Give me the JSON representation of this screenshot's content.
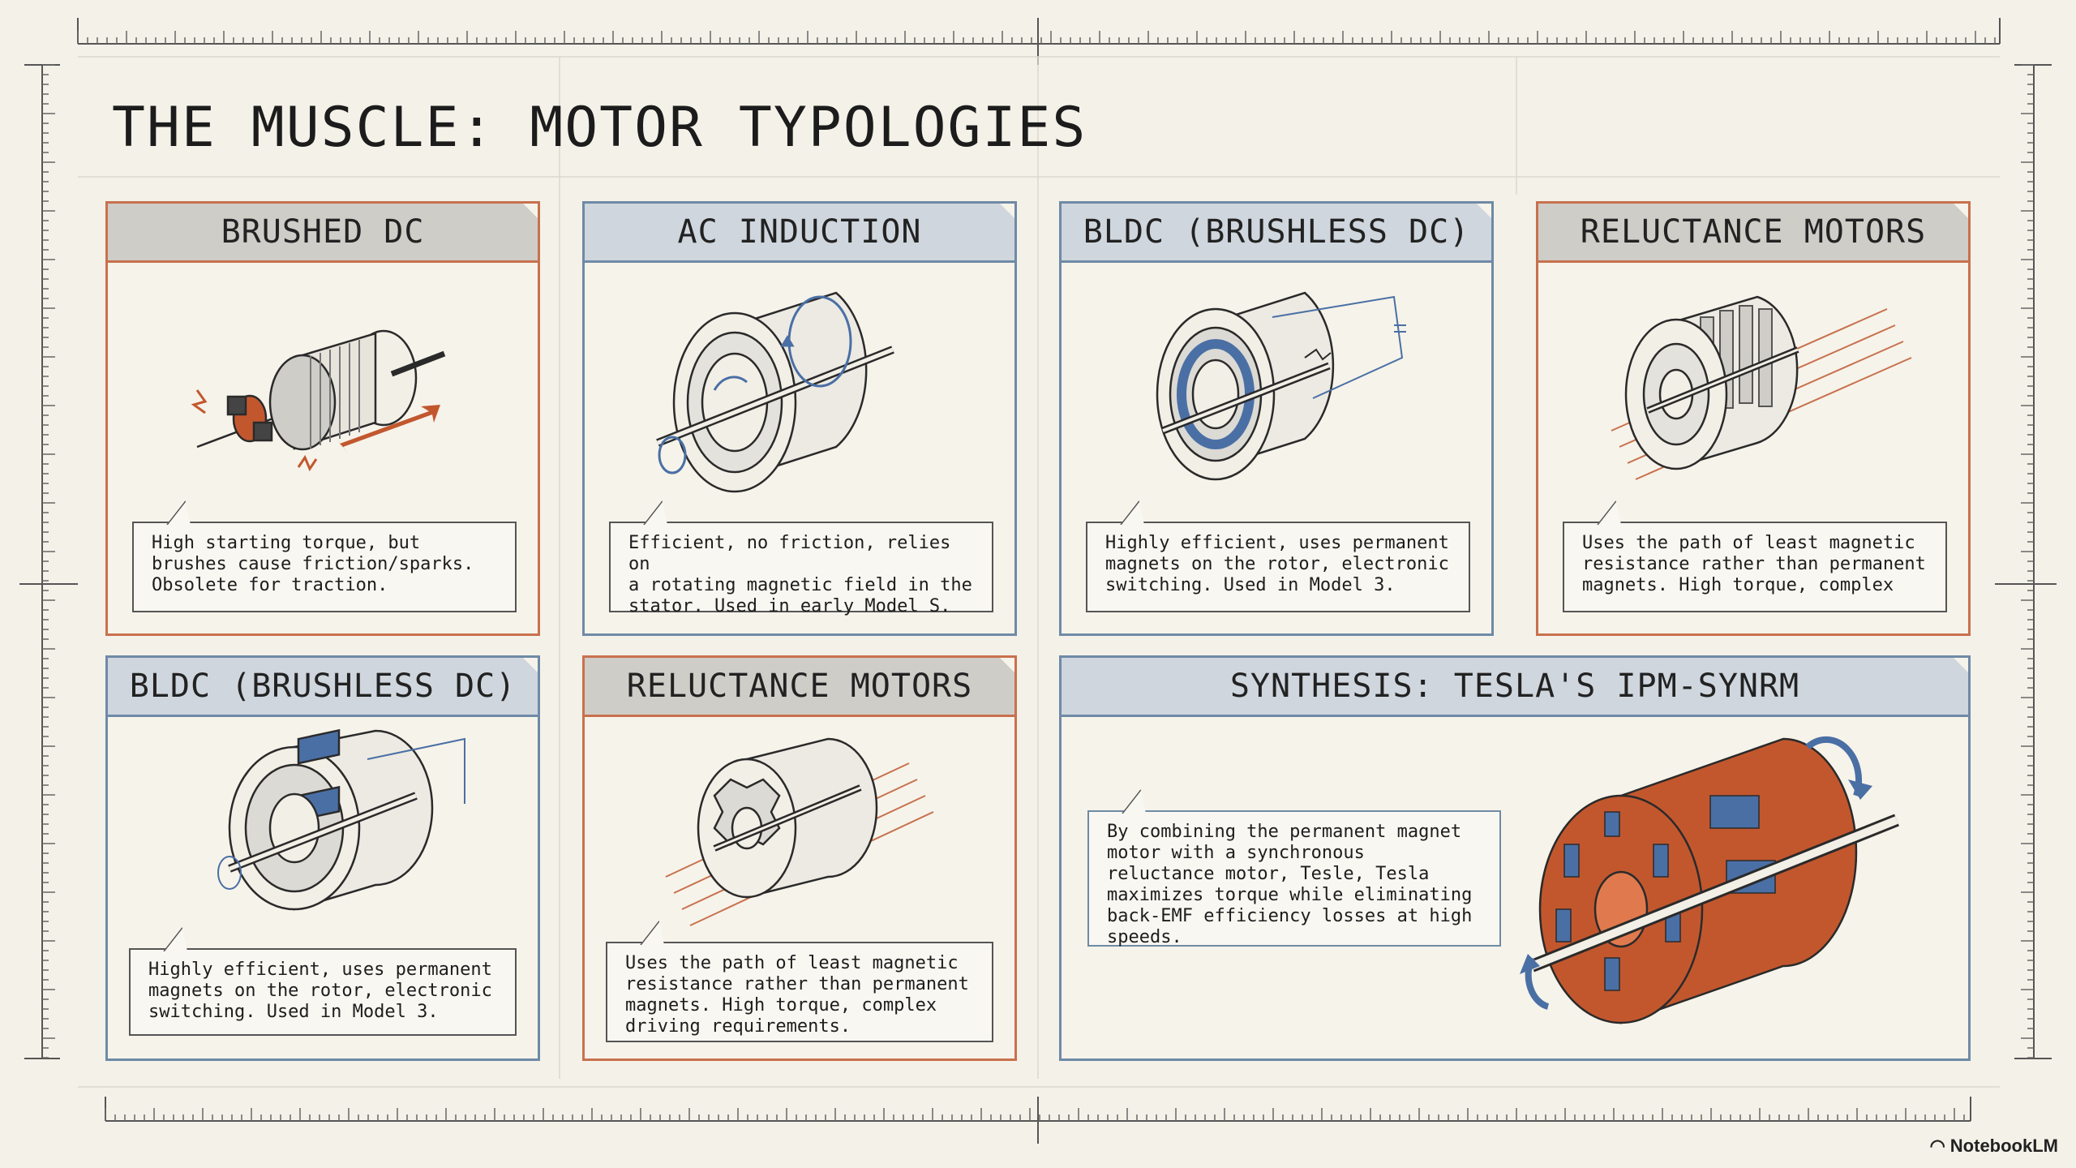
{
  "title": "THE MUSCLE: MOTOR TYPOLOGIES",
  "cards": [
    {
      "header": "BRUSHED DC",
      "text": "High starting torque, but\nbrushes cause friction/sparks.\nObsolete for traction."
    },
    {
      "header": "AC INDUCTION",
      "text": "Efficient, no friction, relies on\na rotating magnetic field in the\nstator. Used in early Model S."
    },
    {
      "header": "BLDC (BRUSHLESS DC)",
      "text": "Highly efficient, uses permanent\nmagnets on the rotor, electronic\nswitching. Used in Model 3."
    },
    {
      "header": "RELUCTANCE MOTORS",
      "text": "Uses the path of least magnetic\nresistance rather than permanent\nmagnets. High torque, complex"
    },
    {
      "header": "BLDC (BRUSHLESS DC)",
      "text": "Highly efficient, uses permanent\nmagnets on the rotor, electronic\nswitching. Used in Model 3."
    },
    {
      "header": "RELUCTANCE MOTORS",
      "text": "Uses the path of least magnetic\nresistance rather than permanent\nmagnets. High torque, complex\ndriving requirements."
    }
  ],
  "synthesis": {
    "header": "SYNTHESIS: TESLA'S IPM-SYNRM",
    "text": "By combining the permanent magnet\nmotor with a synchronous\nreluctance motor, Tesle, Tesla\nmaximizes torque while eliminating\nback-EMF efficiency losses at high\nspeeds."
  },
  "brand": "NotebookLM",
  "colors": {
    "orange": "#c8714e",
    "blue": "#6f8aa6",
    "rust": "#c2572e",
    "magnet_blue": "#4a6fa5",
    "paper": "#f4f1e8"
  }
}
